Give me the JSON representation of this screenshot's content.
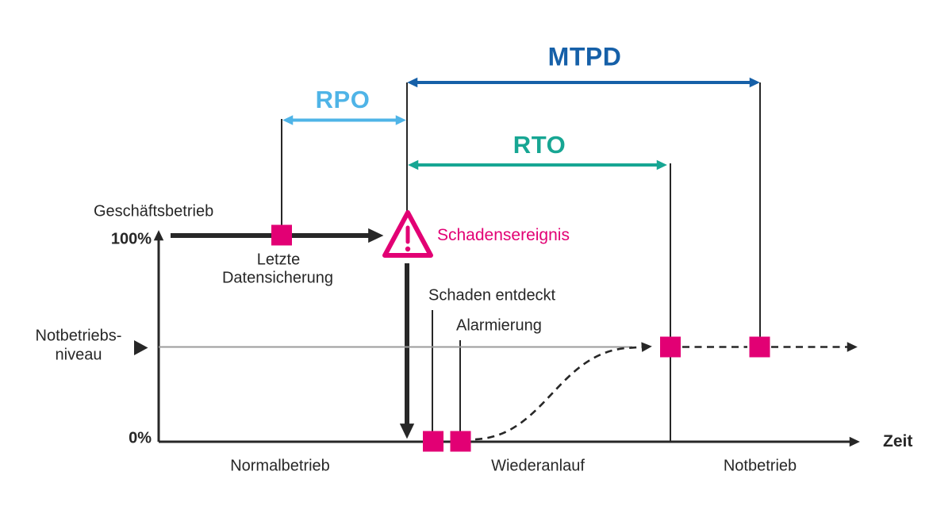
{
  "diagram": {
    "metrics": {
      "mtpd_label": "MTPD",
      "rpo_label": "RPO",
      "rto_label": "RTO"
    },
    "axes": {
      "y_title": "Geschäftsbetrieb",
      "y_max": "100%",
      "y_min": "0%",
      "x_title": "Zeit"
    },
    "emergency_level": {
      "line1": "Notbetriebs-",
      "line2": "niveau"
    },
    "events": {
      "last_backup_line1": "Letzte",
      "last_backup_line2": "Datensicherung",
      "damage_event": "Schadensereignis",
      "damage_detected": "Schaden entdeckt",
      "alerting": "Alarmierung"
    },
    "phases": {
      "normal": "Normalbetrieb",
      "recovery": "Wiederanlauf",
      "emergency": "Notbetrieb"
    },
    "colors": {
      "mtpd_blue": "#1660A8",
      "rpo_light_blue": "#4FB4E7",
      "rto_teal": "#17A693",
      "event_magenta": "#E20074",
      "ink": "#272727",
      "level_gray": "#9B9B9B"
    },
    "icons": {
      "warning": "warning-triangle-icon",
      "marker": "event-marker-square",
      "pointer": "level-pointer-icon"
    }
  }
}
